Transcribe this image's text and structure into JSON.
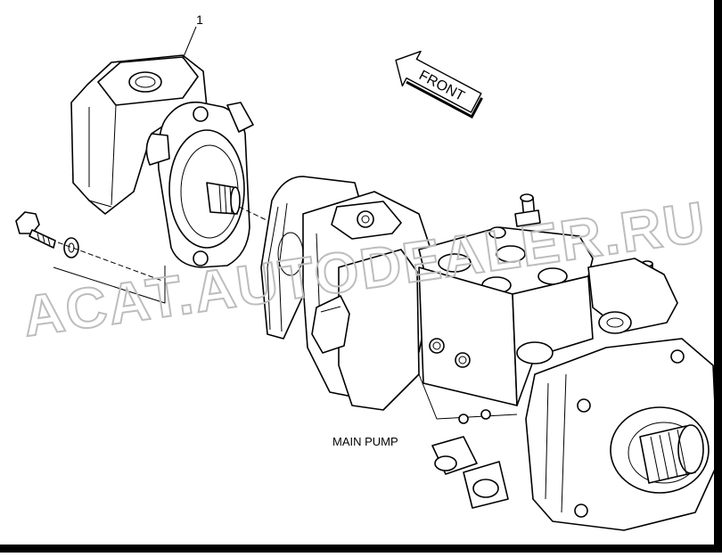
{
  "callouts": [
    {
      "label": "1"
    }
  ],
  "direction_arrow": {
    "label": "FRONT"
  },
  "labels": {
    "main_pump": "MAIN PUMP"
  },
  "watermark": {
    "text": "ACAT.AUTODEALER.RU"
  },
  "colors": {
    "line": "#000000",
    "background": "#ffffff",
    "watermark": "#bdbdbd",
    "frame": "#000000"
  }
}
